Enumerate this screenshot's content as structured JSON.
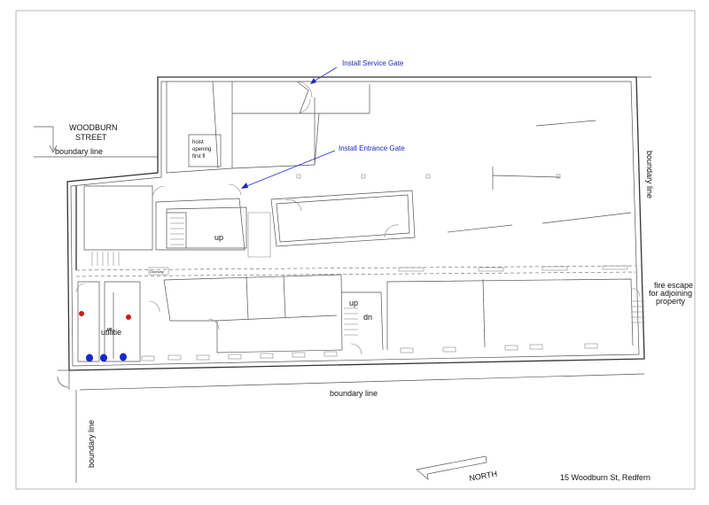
{
  "labels": {
    "street": "WOODBURN\nSTREET",
    "boundary_top": "boundary line",
    "boundary_right": "boundary line",
    "boundary_bottom": "boundary line",
    "boundary_left": "boundary line",
    "hoist": "hoist\nopening\nfirst fl",
    "doorway": "Doorway",
    "up_stair": "up",
    "up_stair2": "up",
    "dn_stair": "dn",
    "utilities": "utilitie\ns",
    "fire_escape": "fire escape\nfor adjoining\nproperty",
    "north": "NORTH",
    "address": "15 Woodburn St, Redfern"
  },
  "annotations": {
    "service_gate": "Install  Service Gate",
    "entrance_gate": "Install Entrance Gate"
  },
  "colors": {
    "annotation": "#1a28b8",
    "red_marker": "#d11a1a",
    "blue_marker": "#1a28d0"
  }
}
